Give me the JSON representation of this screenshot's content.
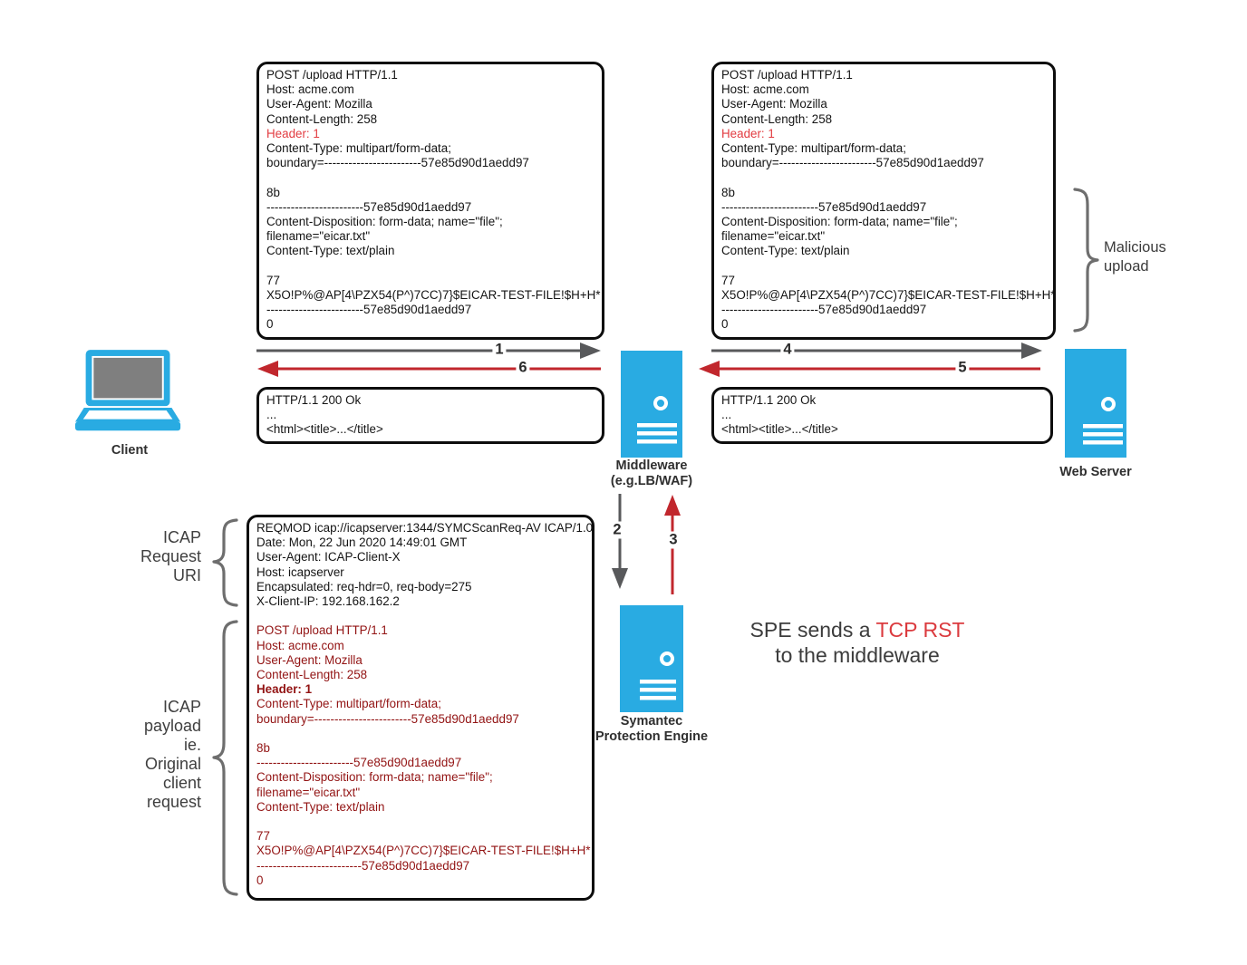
{
  "colors": {
    "device_blue": "#29ABE2",
    "arrow_gray": "#58595B",
    "arrow_red": "#C1272D",
    "header_red": "#E23B40",
    "payload_dark_red": "#921313"
  },
  "http_request": {
    "lines": [
      {
        "t": "POST /upload HTTP/1.1"
      },
      {
        "t": "Host: acme.com"
      },
      {
        "t": "User-Agent: Mozilla"
      },
      {
        "t": "Content-Length: 258"
      },
      {
        "t": "Header: 1",
        "s": "hl"
      },
      {
        "t": "Content-Type: multipart/form-data;"
      },
      {
        "t": "boundary=------------------------57e85d90d1aedd97"
      },
      {
        "t": ""
      },
      {
        "t": "8b"
      },
      {
        "t": "------------------------57e85d90d1aedd97"
      },
      {
        "t": "Content-Disposition: form-data; name=\"file\";"
      },
      {
        "t": "filename=\"eicar.txt\""
      },
      {
        "t": "Content-Type: text/plain"
      },
      {
        "t": ""
      },
      {
        "t": "77"
      },
      {
        "t": "X5O!P%@AP[4\\PZX54(P^)7CC)7}$EICAR-TEST-FILE!$H+H*"
      },
      {
        "t": "------------------------57e85d90d1aedd97"
      },
      {
        "t": "0"
      }
    ]
  },
  "http_response": {
    "lines": [
      {
        "t": "HTTP/1.1 200 Ok"
      },
      {
        "t": "..."
      },
      {
        "t": "<html><title>...</title>"
      }
    ]
  },
  "icap": {
    "lines": [
      {
        "t": "REQMOD icap://icapserver:1344/SYMCScanReq-AV ICAP/1.0"
      },
      {
        "t": "Date: Mon, 22 Jun 2020 14:49:01 GMT"
      },
      {
        "t": "User-Agent: ICAP-Client-X"
      },
      {
        "t": "Host: icapserver"
      },
      {
        "t": "Encapsulated: req-hdr=0, req-body=275"
      },
      {
        "t": "X-Client-IP: 192.168.162.2"
      },
      {
        "t": ""
      },
      {
        "t": "POST /upload HTTP/1.1",
        "s": "pay"
      },
      {
        "t": "Host: acme.com",
        "s": "pay"
      },
      {
        "t": "User-Agent: Mozilla",
        "s": "pay"
      },
      {
        "t": "Content-Length: 258",
        "s": "pay"
      },
      {
        "t": "Header: 1",
        "s": "pay bold"
      },
      {
        "t": "Content-Type: multipart/form-data;",
        "s": "pay"
      },
      {
        "t": "boundary=------------------------57e85d90d1aedd97",
        "s": "pay"
      },
      {
        "t": ""
      },
      {
        "t": "8b",
        "s": "pay"
      },
      {
        "t": "------------------------57e85d90d1aedd97",
        "s": "pay"
      },
      {
        "t": "Content-Disposition: form-data; name=\"file\";",
        "s": "pay"
      },
      {
        "t": "filename=\"eicar.txt\"",
        "s": "pay"
      },
      {
        "t": "Content-Type: text/plain",
        "s": "pay"
      },
      {
        "t": ""
      },
      {
        "t": "77",
        "s": "pay"
      },
      {
        "t": "X5O!P%@AP[4\\PZX54(P^)7CC)7}$EICAR-TEST-FILE!$H+H*",
        "s": "pay"
      },
      {
        "t": "--------------------------57e85d90d1aedd97",
        "s": "pay"
      },
      {
        "t": "0",
        "s": "pay"
      }
    ]
  },
  "labels": {
    "client": "Client",
    "middleware": {
      "line1": "Middleware",
      "line2": "(e.g.LB/WAF)"
    },
    "web_server": "Web Server",
    "spe": {
      "line1": "Symantec",
      "line2": "Protection Engine"
    },
    "malicious_lines": [
      {
        "t": "Malicious"
      },
      {
        "t": "upload"
      }
    ],
    "icap_uri_lines": [
      {
        "t": "ICAP"
      },
      {
        "t": "Request"
      },
      {
        "t": "URI"
      }
    ],
    "icap_payload_lines": [
      {
        "t": "ICAP"
      },
      {
        "t": "payload"
      },
      {
        "t": "ie."
      },
      {
        "t": "Original"
      },
      {
        "t": "client"
      },
      {
        "t": "request"
      }
    ]
  },
  "arrows": {
    "client_to_middleware": "1",
    "middleware_to_spe": "2",
    "spe_to_middleware": "3",
    "middleware_to_server": "4",
    "server_to_middleware": "5",
    "middleware_to_client": "6"
  },
  "annotation": {
    "line1_prefix": "SPE sends a ",
    "line1_highlight": "TCP RST",
    "line2": "to the middleware"
  }
}
